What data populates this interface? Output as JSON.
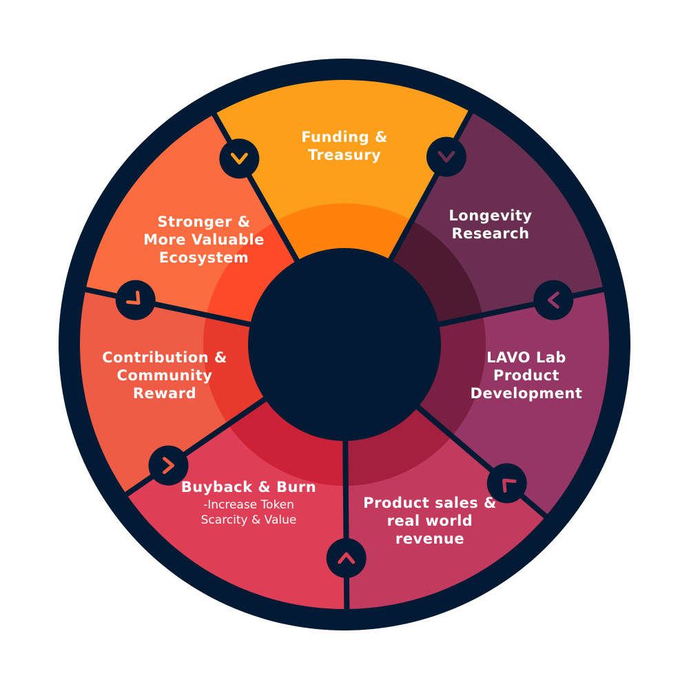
{
  "colors": {
    "ring": "#021a33",
    "hub": "#021a33",
    "segments": [
      "#fd9f1a",
      "#6a2f50",
      "#963665",
      "#c33a5f",
      "#de3f56",
      "#ee5c45",
      "#fb6d40"
    ],
    "inner_ring": [
      "#fe820b",
      "#4d1a32",
      "#7a2042",
      "#a51f3e",
      "#cc2238",
      "#e73a2c",
      "#fe4a29"
    ]
  },
  "segments": [
    {
      "id": "funding",
      "lines": [
        "Funding &",
        "Treasury"
      ],
      "sub": []
    },
    {
      "id": "longevity",
      "lines": [
        "Longevity",
        "Research"
      ],
      "sub": []
    },
    {
      "id": "lavo",
      "lines": [
        "LAVO Lab",
        "Product",
        "Development"
      ],
      "sub": []
    },
    {
      "id": "sales",
      "lines": [
        "Product sales &",
        "real world",
        "revenue"
      ],
      "sub": []
    },
    {
      "id": "buyback",
      "lines": [
        "Buyback & Burn"
      ],
      "sub": [
        "-Increase Token",
        "Scarcity & Value"
      ]
    },
    {
      "id": "contribution",
      "lines": [
        "Contribution &",
        "Community",
        "Reward"
      ],
      "sub": []
    },
    {
      "id": "stronger",
      "lines": [
        "Stronger &",
        "More Valuable",
        "Ecosystem"
      ],
      "sub": []
    }
  ],
  "connectors": [
    {
      "id": "funding-to-longevity",
      "icon": "chevron-icon"
    },
    {
      "id": "longevity-to-lavo",
      "icon": "chevron-icon"
    },
    {
      "id": "lavo-to-sales",
      "icon": "chevron-icon"
    },
    {
      "id": "sales-to-buyback",
      "icon": "chevron-icon"
    },
    {
      "id": "buyback-to-contribution",
      "icon": "chevron-icon"
    },
    {
      "id": "contribution-to-stronger",
      "icon": "chevron-icon"
    },
    {
      "id": "stronger-to-funding",
      "icon": "chevron-icon"
    }
  ]
}
